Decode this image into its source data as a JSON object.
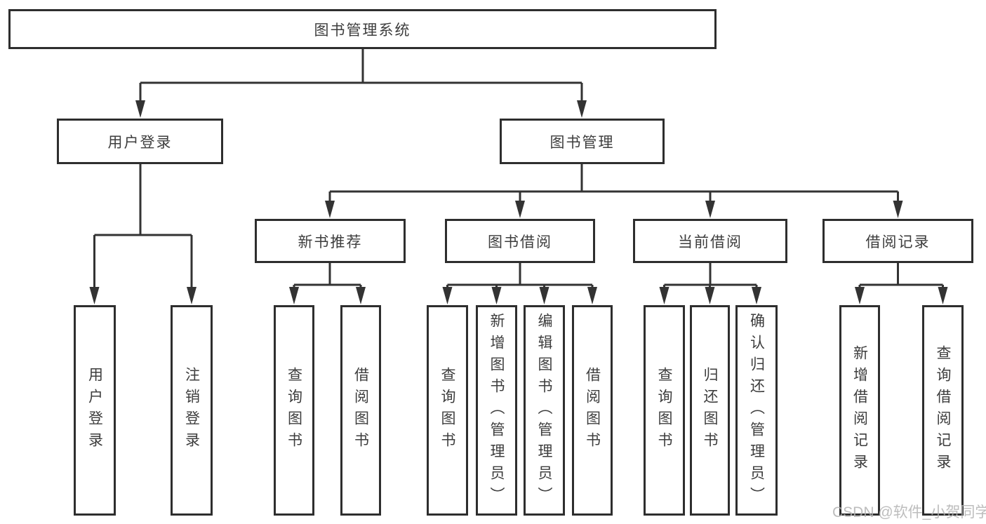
{
  "tree": {
    "root": "图书管理系统",
    "branches": [
      {
        "label": "用户登录",
        "children": [
          {
            "label": "用户登录"
          },
          {
            "label": "注销登录"
          }
        ]
      },
      {
        "label": "图书管理",
        "children": [
          {
            "label": "新书推荐",
            "children": [
              {
                "label": "查询图书"
              },
              {
                "label": "借阅图书"
              }
            ]
          },
          {
            "label": "图书借阅",
            "children": [
              {
                "label": "查询图书"
              },
              {
                "label": "新增图书（管理员）"
              },
              {
                "label": "编辑图书（管理员）"
              },
              {
                "label": "借阅图书"
              }
            ]
          },
          {
            "label": "当前借阅",
            "children": [
              {
                "label": "查询图书"
              },
              {
                "label": "归还图书"
              },
              {
                "label": "确认归还（管理员）"
              }
            ]
          },
          {
            "label": "借阅记录",
            "children": [
              {
                "label": "新增借阅记录"
              },
              {
                "label": "查询借阅记录"
              }
            ]
          }
        ]
      }
    ]
  },
  "watermark": "CSDN @软件_小贺同学",
  "colors": {
    "line": "#333333",
    "border": "#2e2e2e",
    "text": "#3d3d3d",
    "watermark": "#b2b2b2"
  }
}
